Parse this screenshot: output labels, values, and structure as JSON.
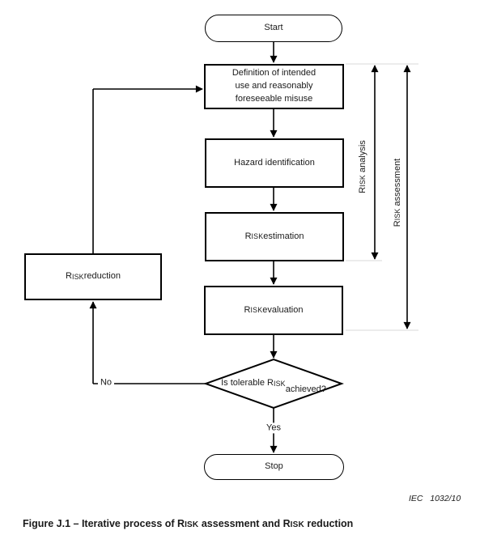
{
  "figure": {
    "caption": "Figure J.1 – Iterative process of RISK assessment and RISK reduction",
    "credit": "IEC   1032/10"
  },
  "flowchart": {
    "nodes": {
      "start": "Start",
      "definition": "Definition of intended\nuse and reasonably\nforeseeable misuse",
      "hazard": "Hazard identification",
      "estimation": "RISK estimation",
      "evaluation": "RISK evaluation",
      "decision": "Is tolerable RISK\nachieved?",
      "stop": "Stop",
      "reduction": "RISK reduction"
    },
    "edge_labels": {
      "yes": "Yes",
      "no": "No"
    },
    "brackets": {
      "analysis": "RISK analysis",
      "assessment": "RISK assessment"
    },
    "colors": {
      "line": "#000000",
      "tie_line": "#d8d8d8",
      "background": "#ffffff",
      "text": "#1a1a1a"
    }
  }
}
